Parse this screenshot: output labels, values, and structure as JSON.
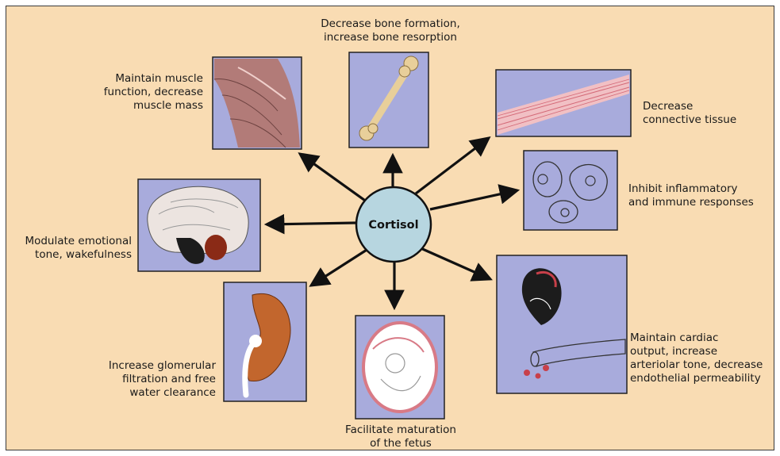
{
  "diagram": {
    "center": {
      "label": "Cortisol"
    },
    "effects": {
      "muscle": "Maintain muscle\nfunction, decrease\nmuscle mass",
      "bone": "Decrease bone formation,\nincrease bone resorption",
      "connective": "Decrease\nconnective tissue",
      "immune": "Inhibit inflammatory\nand immune responses",
      "brain": "Modulate emotional\ntone, wakefulness",
      "kidney": "Increase glomerular\nfiltration and free\nwater clearance",
      "fetus": "Facilitate maturation\nof the fetus",
      "cardiac": "Maintain cardiac\noutput, increase\narteriolar tone, decrease\nendothelial permeability"
    }
  },
  "colors": {
    "background": "#f9dcb3",
    "panel": "#a8abdc",
    "hub": "#b7d6e0",
    "arrow": "#111111"
  }
}
